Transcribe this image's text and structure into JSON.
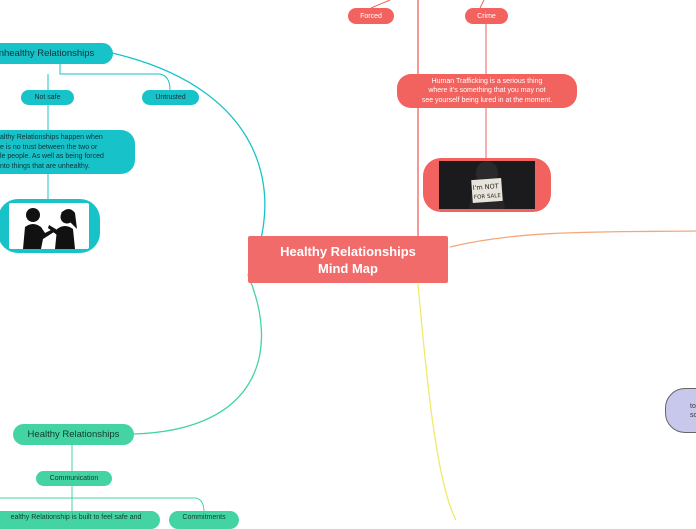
{
  "central": {
    "title_line1": "Healthy Relationships",
    "title_line2": "Mind Map"
  },
  "unhealthy": {
    "title": "nhealthy Relationships",
    "children": [
      "Not safe",
      "Untrusted"
    ],
    "description": [
      "althy Relationships happen when",
      "e is no trust between the two or",
      "le people. As well as being forced",
      "nto things that are unhealthy."
    ],
    "image": "two-people-arguing-silhouette"
  },
  "healthy": {
    "title": "Healthy Relationships",
    "children": [
      "Communication"
    ],
    "grandchildren": [
      "ealthy Relationship is built to feel safe and",
      "Commitments"
    ]
  },
  "trafficking": {
    "children": [
      "Forced",
      "Crime"
    ],
    "description": [
      "Human Trafficking is a serious thing",
      "where it's something that you may not",
      "see yourself being lured in at the moment."
    ],
    "image": "person-holding-not-for-sale-sign",
    "sign_text": [
      "I'm NOT",
      "FOR SALE"
    ]
  },
  "right_node": {
    "lines": [
      "to",
      "so"
    ]
  },
  "colors": {
    "central": "#f26b6b",
    "teal": "#17c3c9",
    "green": "#44d4a3",
    "red": "#f2625e",
    "orange_line": "#f5a77a",
    "yellow_line": "#f2e96a",
    "lavender": "#c8c7ec"
  }
}
